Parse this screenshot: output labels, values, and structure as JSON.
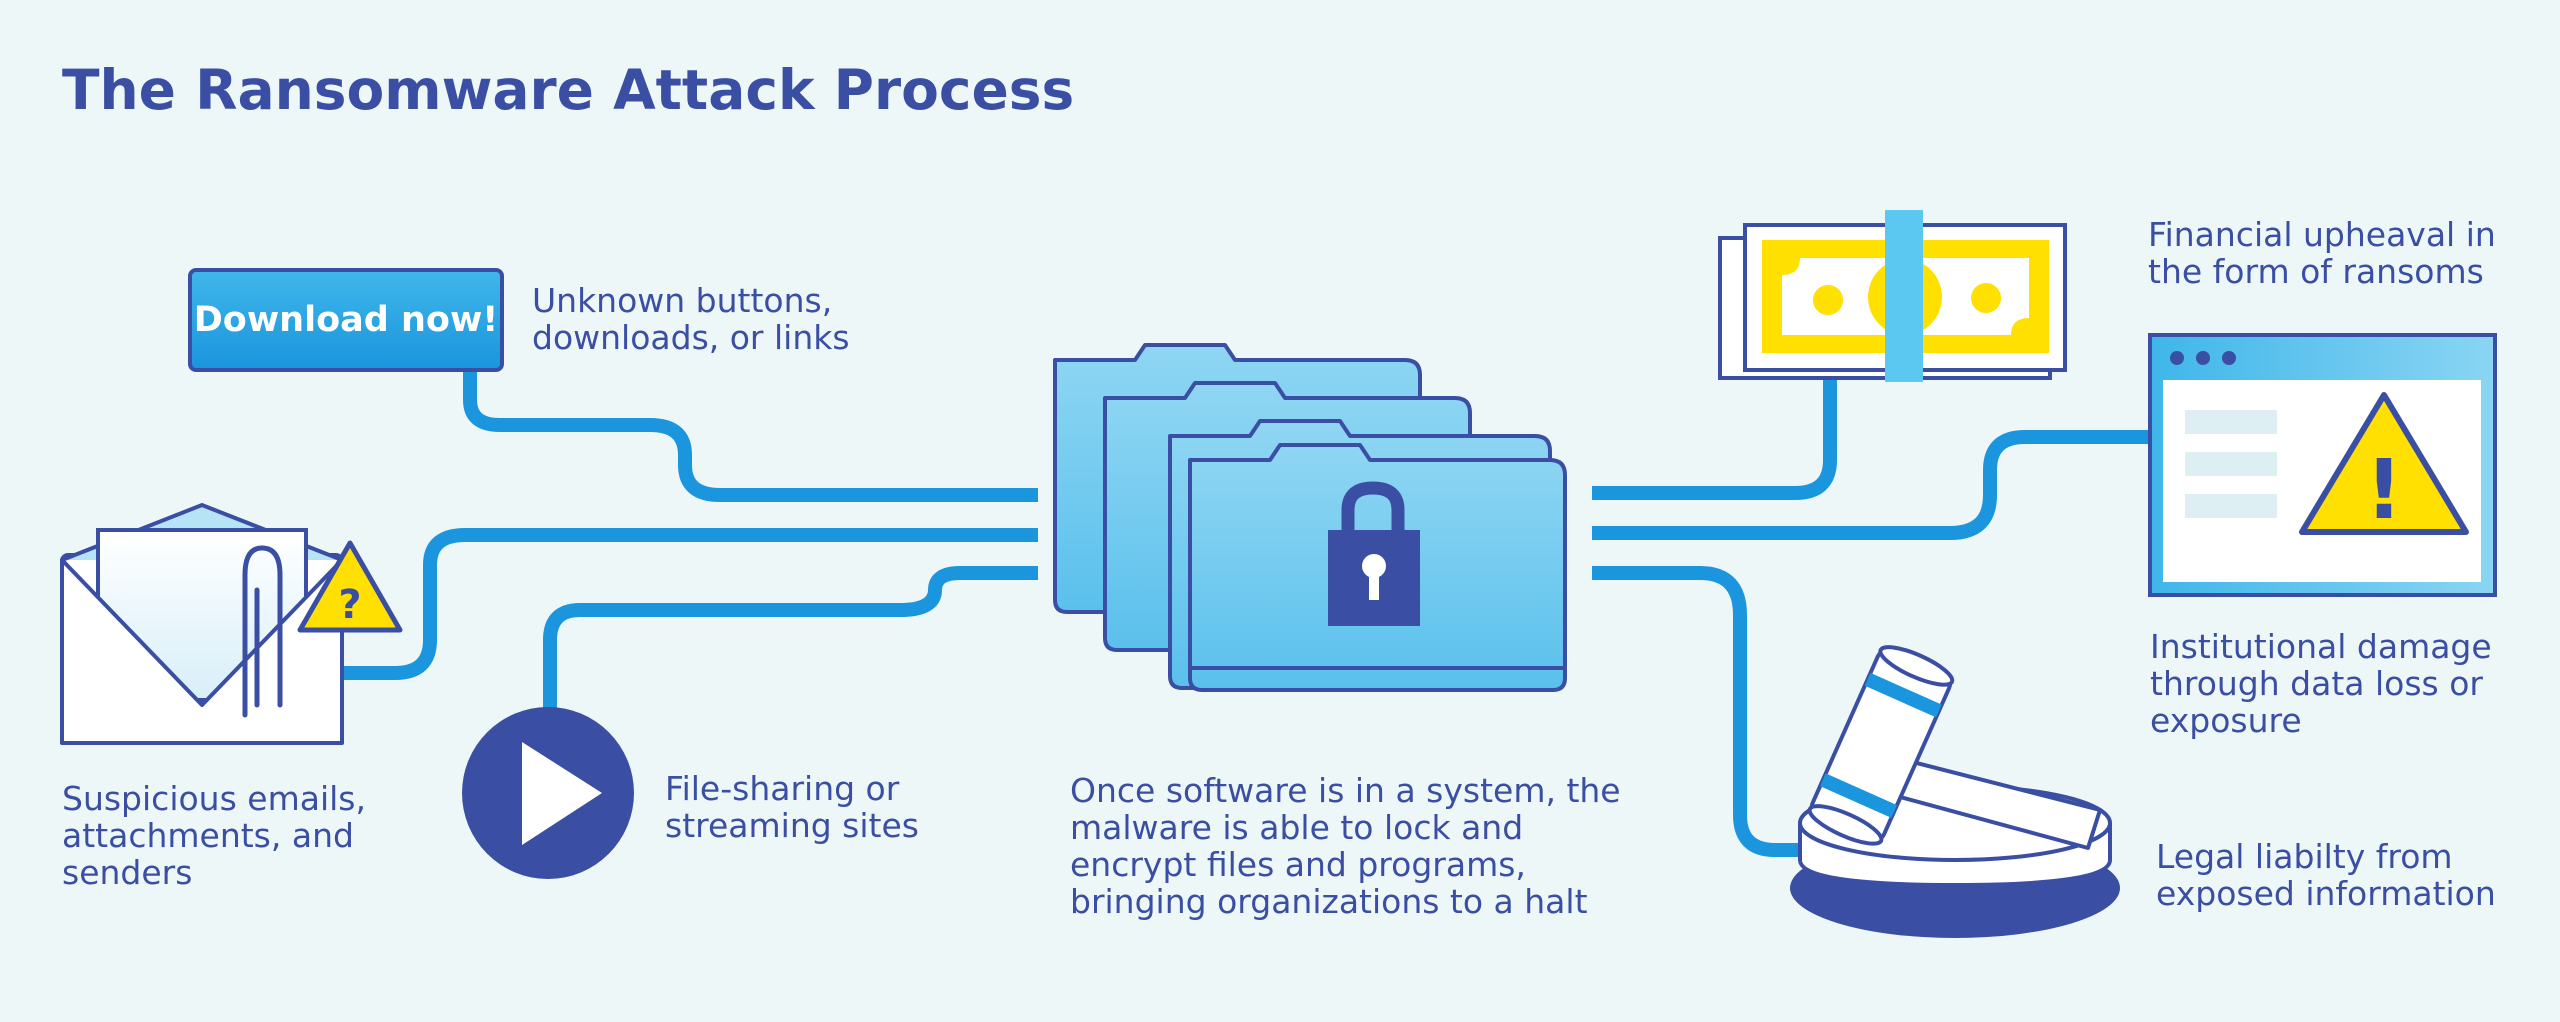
{
  "title": "The Ransomware Attack Process",
  "download_button": {
    "label": "Download now!"
  },
  "labels": {
    "unknown_links": "Unknown buttons,\ndownloads, or links",
    "emails": "Suspicious emails,\nattachments, and\nsenders",
    "file_sharing": "File-sharing or\nstreaming sites",
    "center": "Once software is in a system, the\nmalware is able to lock and\nencrypt files and programs,\nbringing organizations to a halt",
    "financial": "Financial upheaval in\nthe form of ransoms",
    "institutional": "Institutional damage\nthrough data loss or\nexposure",
    "legal": "Legal liabilty from\nexposed information"
  },
  "icons": {
    "email_question_glyph": "?",
    "warning_glyph": "!"
  },
  "colors": {
    "background": "#eef7f8",
    "navy": "#3a4fa3",
    "blue": "#1b95dd",
    "light_blue": "#5ac8f0",
    "yellow": "#ffe000"
  }
}
